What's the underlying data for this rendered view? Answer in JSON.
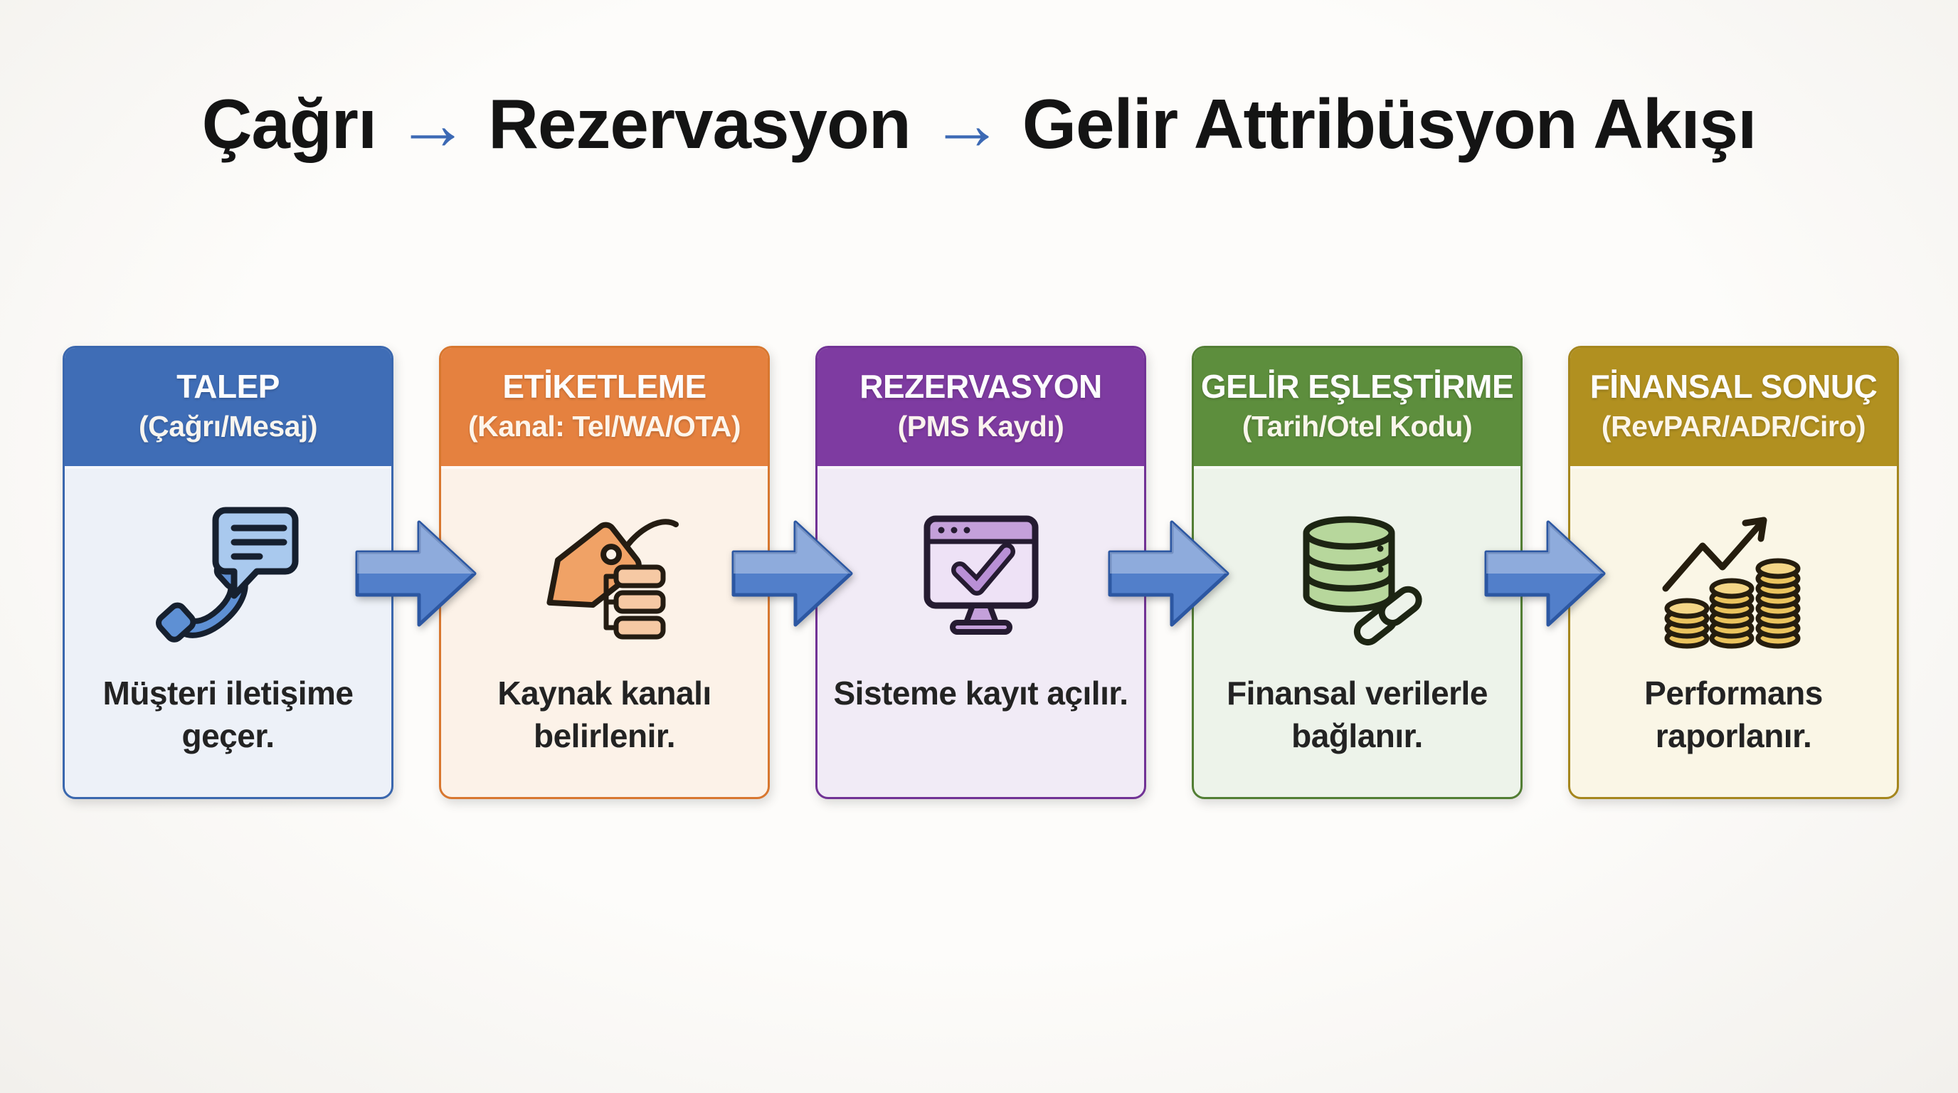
{
  "title": {
    "part1": "Çağrı",
    "arrow1": "→",
    "part2": "Rezervasyon",
    "arrow2": "→",
    "part3": "Gelir Attribüsyon Akışı",
    "arrow_color": "#3c69b4"
  },
  "steps": [
    {
      "heading": "TALEP",
      "subheading": "(Çağrı/Mesaj)",
      "description": "Müşteri iletişime geçer.",
      "icon": "phone-message-icon",
      "colors": {
        "header_bg": "#3f6db6",
        "border": "#3a67ae",
        "body_bg": "#edf1f8"
      }
    },
    {
      "heading": "ETİKETLEME",
      "subheading": "(Kanal: Tel/WA/OTA)",
      "description": "Kaynak kanalı belirlenir.",
      "icon": "tag-channels-icon",
      "colors": {
        "header_bg": "#e5813f",
        "border": "#d8772f",
        "body_bg": "#fcf2e8"
      }
    },
    {
      "heading": "REZERVASYON",
      "subheading": "(PMS Kaydı)",
      "description": "Sisteme kayıt açılır.",
      "icon": "monitor-check-icon",
      "colors": {
        "header_bg": "#7e3ba1",
        "border": "#713295",
        "body_bg": "#f1ebf6"
      }
    },
    {
      "heading": "GELİR EŞLEŞTİRME",
      "subheading": "(Tarih/Otel Kodu)",
      "description": "Finansal verilerle bağlanır.",
      "icon": "database-link-icon",
      "colors": {
        "header_bg": "#5d8e3d",
        "border": "#527e34",
        "body_bg": "#edf3ea"
      }
    },
    {
      "heading": "FİNANSAL SONUÇ",
      "subheading": "(RevPAR/ADR/Ciro)",
      "description": "Performans raporlanır.",
      "icon": "coins-growth-icon",
      "colors": {
        "header_bg": "#b19020",
        "border": "#a5861d",
        "body_bg": "#faf6e6"
      }
    }
  ],
  "connector": {
    "shape": "block-arrow-right",
    "fill": "#527fca",
    "stroke": "#2c57a2"
  }
}
